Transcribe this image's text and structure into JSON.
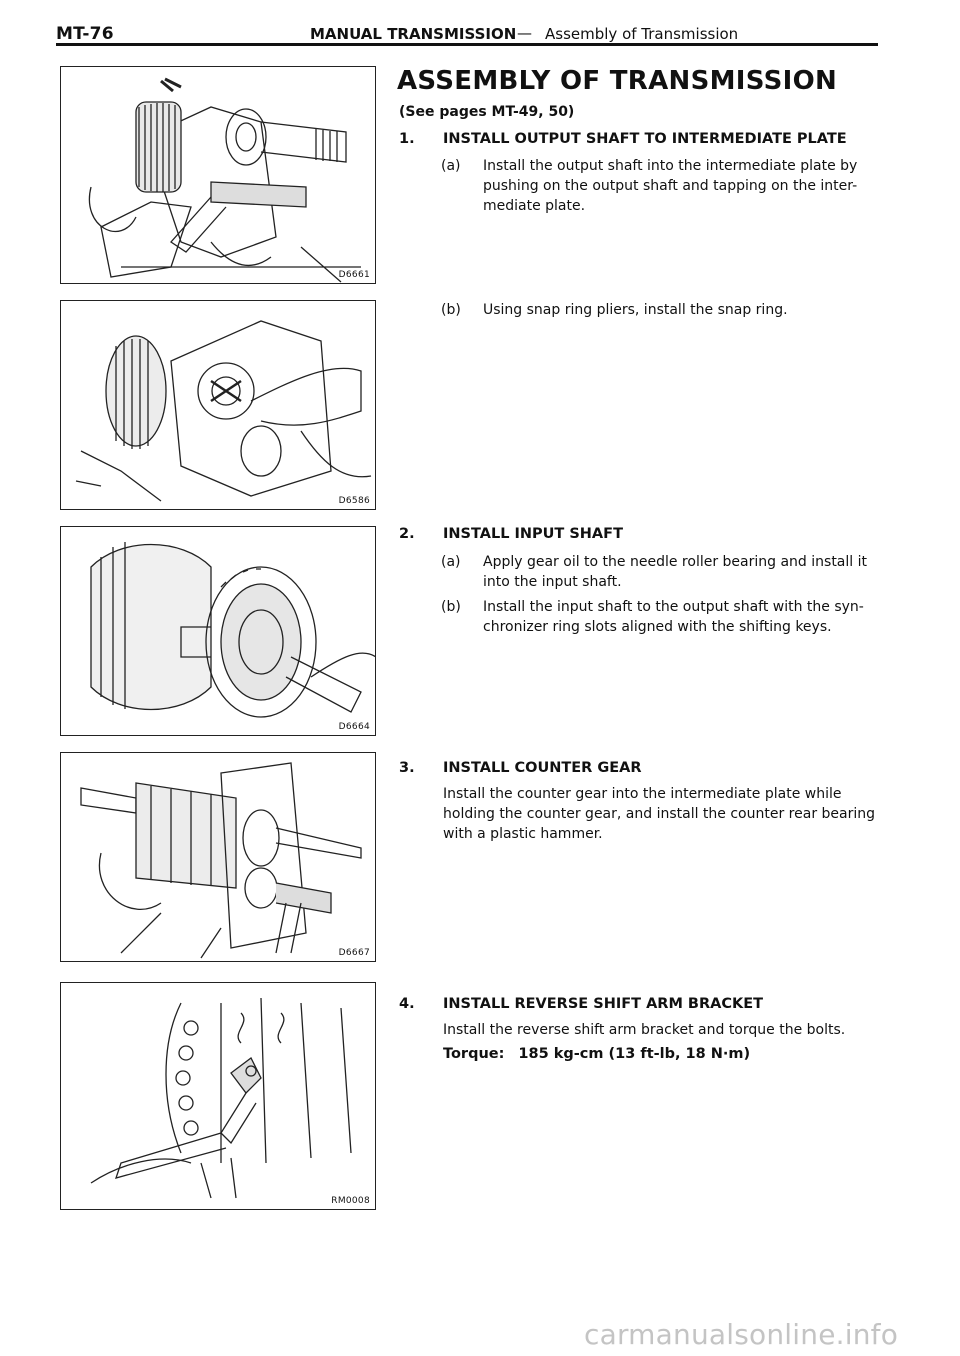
{
  "header": {
    "code": "MT-76",
    "section": "MANUAL TRANSMISSION",
    "dash": "—",
    "subsection": "Assembly of Transmission"
  },
  "title": "ASSEMBLY OF TRANSMISSION",
  "see_pages": "(See pages MT-49, 50)",
  "steps": [
    {
      "num": "1.",
      "heading": "INSTALL OUTPUT SHAFT TO INTERMEDIATE PLATE",
      "items": [
        {
          "label": "(a)",
          "text": "Install the output shaft into the intermediate plate by pushing on the output shaft and tapping on the inter-mediate plate."
        },
        {
          "label": "(b)",
          "text": "Using snap ring pliers, install the snap ring."
        }
      ]
    },
    {
      "num": "2.",
      "heading": "INSTALL INPUT SHAFT",
      "items": [
        {
          "label": "(a)",
          "text": "Apply gear oil to the needle roller bearing and install it into the input shaft."
        },
        {
          "label": "(b)",
          "text": "Install the input shaft to the output shaft with the syn-chronizer ring slots aligned with the shifting keys."
        }
      ]
    },
    {
      "num": "3.",
      "heading": "INSTALL COUNTER GEAR",
      "text": "Install the counter gear into the intermediate plate while holding the counter gear, and install the counter rear bearing with a plastic hammer."
    },
    {
      "num": "4.",
      "heading": "INSTALL REVERSE SHIFT ARM BRACKET",
      "text": "Install the reverse shift arm bracket and torque the bolts.",
      "torque_label": "Torque:",
      "torque_value": "185 kg-cm (13 ft-lb, 18 N·m)"
    }
  ],
  "figures": [
    {
      "id": "D6661"
    },
    {
      "id": "D6586"
    },
    {
      "id": "D6664"
    },
    {
      "id": "D6667"
    },
    {
      "id": "RM0008"
    }
  ],
  "watermark": "carmanualsonline.info"
}
